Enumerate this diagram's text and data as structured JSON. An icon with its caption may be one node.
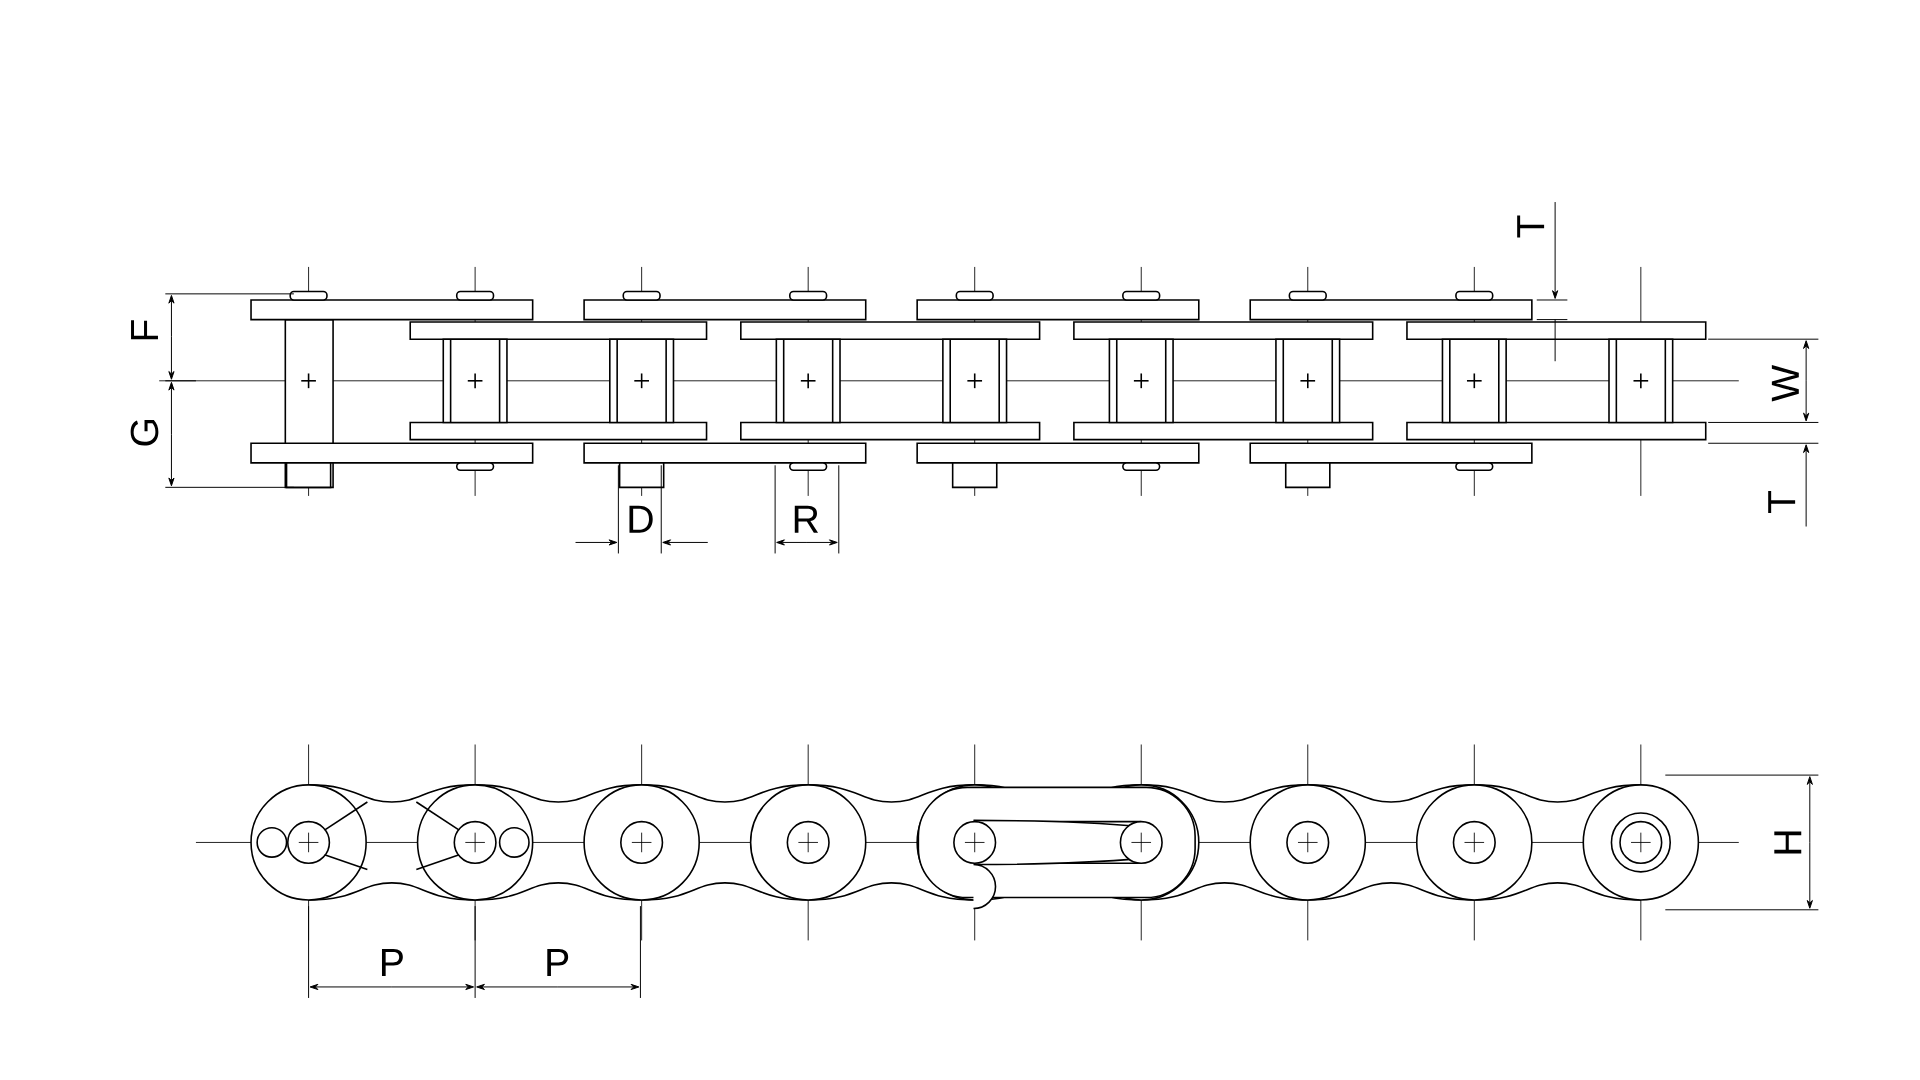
{
  "diagram": {
    "labels": [
      "T",
      "F",
      "W",
      "G",
      "T",
      "D",
      "R",
      "H",
      "P",
      "P"
    ]
  }
}
